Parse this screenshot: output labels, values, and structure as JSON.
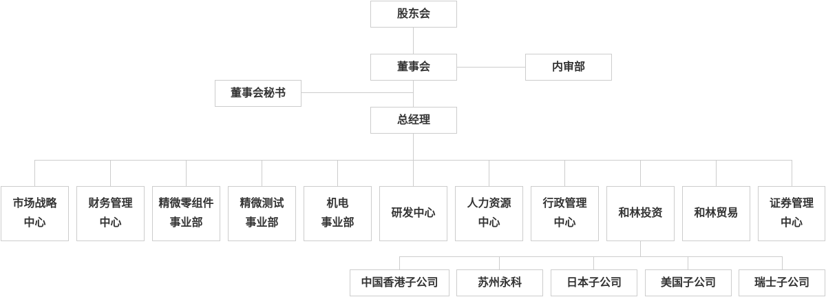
{
  "style": {
    "box_border_color": "#cccccc",
    "connector_color": "#cccccc",
    "text_color": "#333333",
    "box_background": "#ffffff",
    "page_background": "#ffffff"
  },
  "org_chart": {
    "shareholders_meeting": "股东会",
    "board_of_directors": "董事会",
    "internal_audit": "内审部",
    "board_secretary": "董事会秘书",
    "general_manager": "总经理",
    "departments": [
      "市场战略\n中心",
      "财务管理\n中心",
      "精微零组件\n事业部",
      "精微测试\n事业部",
      "机电\n事业部",
      "研发中心",
      "人力资源\n中心",
      "行政管理\n中心",
      "和林投资",
      "和林贸易",
      "证券管理\n中心"
    ],
    "subsidiaries": [
      "中国香港子公司",
      "苏州永科",
      "日本子公司",
      "美国子公司",
      "瑞士子公司"
    ]
  }
}
